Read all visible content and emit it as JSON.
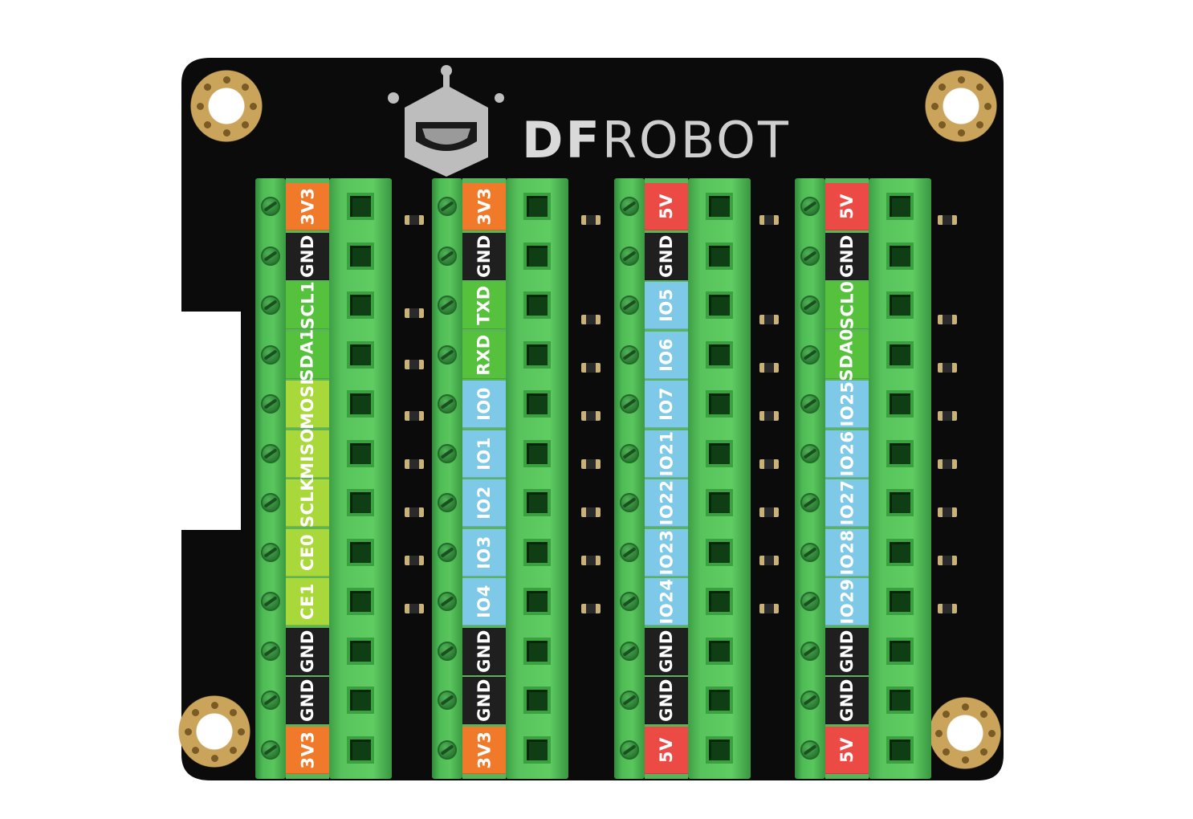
{
  "brand": {
    "part1": "DF",
    "part2": "ROBOT",
    "logo_icon": "dfrobot-robot-logo"
  },
  "colors": {
    "pcb": "#0b0b0c",
    "terminal_green": "#4fbb55",
    "power_3v3": "#f07a2a",
    "power_5v": "#ec4b45",
    "gnd": "#1f1f1f",
    "bus_green": "#56c13c",
    "spi_yellow_green": "#a8d83a",
    "io_blue": "#7ec9e8"
  },
  "strips": [
    {
      "pins": [
        {
          "label": "3V3",
          "kind": "power_3v3"
        },
        {
          "label": "GND",
          "kind": "gnd"
        },
        {
          "label": "SCL1",
          "kind": "bus_green"
        },
        {
          "label": "SDA1",
          "kind": "bus_green"
        },
        {
          "label": "MOSI",
          "kind": "spi_yellow_green"
        },
        {
          "label": "MISO",
          "kind": "spi_yellow_green"
        },
        {
          "label": "SCLK",
          "kind": "spi_yellow_green"
        },
        {
          "label": "CE0",
          "kind": "spi_yellow_green"
        },
        {
          "label": "CE1",
          "kind": "spi_yellow_green"
        },
        {
          "label": "GND",
          "kind": "gnd"
        },
        {
          "label": "GND",
          "kind": "gnd"
        },
        {
          "label": "3V3",
          "kind": "power_3v3"
        }
      ]
    },
    {
      "pins": [
        {
          "label": "3V3",
          "kind": "power_3v3"
        },
        {
          "label": "GND",
          "kind": "gnd"
        },
        {
          "label": "TXD",
          "kind": "bus_green"
        },
        {
          "label": "RXD",
          "kind": "bus_green"
        },
        {
          "label": "IO0",
          "kind": "io_blue"
        },
        {
          "label": "IO1",
          "kind": "io_blue"
        },
        {
          "label": "IO2",
          "kind": "io_blue"
        },
        {
          "label": "IO3",
          "kind": "io_blue"
        },
        {
          "label": "IO4",
          "kind": "io_blue"
        },
        {
          "label": "GND",
          "kind": "gnd"
        },
        {
          "label": "GND",
          "kind": "gnd"
        },
        {
          "label": "3V3",
          "kind": "power_3v3"
        }
      ]
    },
    {
      "pins": [
        {
          "label": "5V",
          "kind": "power_5v"
        },
        {
          "label": "GND",
          "kind": "gnd"
        },
        {
          "label": "IO5",
          "kind": "io_blue"
        },
        {
          "label": "IO6",
          "kind": "io_blue"
        },
        {
          "label": "IO7",
          "kind": "io_blue"
        },
        {
          "label": "IO21",
          "kind": "io_blue"
        },
        {
          "label": "IO22",
          "kind": "io_blue"
        },
        {
          "label": "IO23",
          "kind": "io_blue"
        },
        {
          "label": "IO24",
          "kind": "io_blue"
        },
        {
          "label": "GND",
          "kind": "gnd"
        },
        {
          "label": "GND",
          "kind": "gnd"
        },
        {
          "label": "5V",
          "kind": "power_5v"
        }
      ]
    },
    {
      "pins": [
        {
          "label": "5V",
          "kind": "power_5v"
        },
        {
          "label": "GND",
          "kind": "gnd"
        },
        {
          "label": "SCL0",
          "kind": "bus_green"
        },
        {
          "label": "SDA0",
          "kind": "bus_green"
        },
        {
          "label": "IO25",
          "kind": "io_blue"
        },
        {
          "label": "IO26",
          "kind": "io_blue"
        },
        {
          "label": "IO27",
          "kind": "io_blue"
        },
        {
          "label": "IO28",
          "kind": "io_blue"
        },
        {
          "label": "IO29",
          "kind": "io_blue"
        },
        {
          "label": "GND",
          "kind": "gnd"
        },
        {
          "label": "GND",
          "kind": "gnd"
        },
        {
          "label": "5V",
          "kind": "power_5v"
        }
      ]
    }
  ]
}
